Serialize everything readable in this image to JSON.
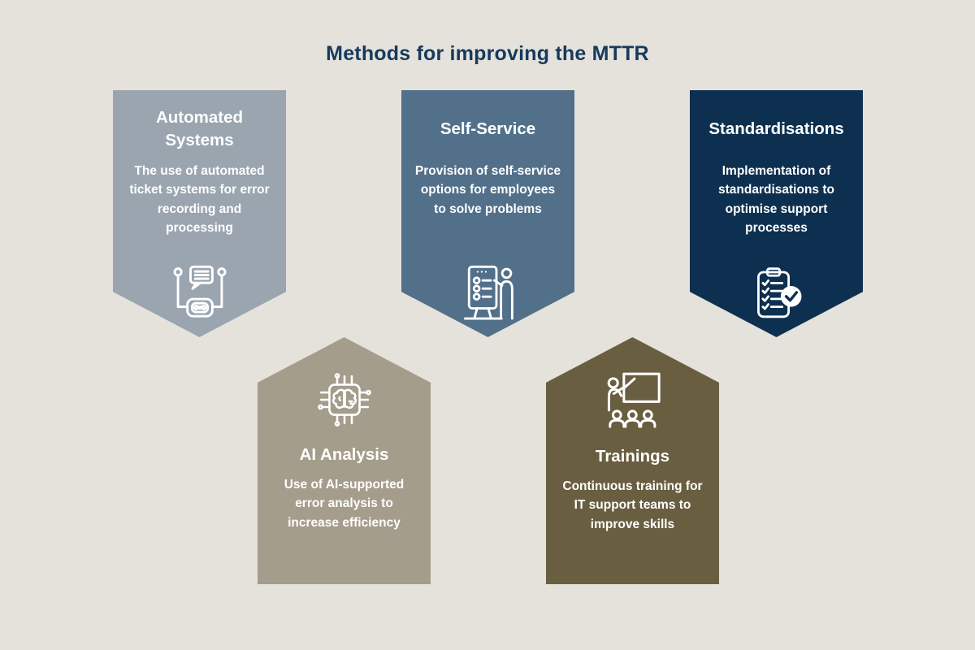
{
  "title": "Methods for improving the MTTR",
  "colors": {
    "background": "#e4e2da",
    "title_text": "#17395d",
    "card_text": "#ffffff",
    "check_mark_on_circle": "#0e3050"
  },
  "cards": [
    {
      "title": "Automated Systems",
      "description": "The use of automated ticket systems for error recording and processing",
      "color": "#9aa5b0",
      "icon": "chatbot-icon",
      "shape": "arrow-down"
    },
    {
      "title": "Self-Service",
      "description": "Provision of self-service options for employees to solve problems",
      "color": "#52708a",
      "icon": "kiosk-icon",
      "shape": "arrow-down"
    },
    {
      "title": "Standardisations",
      "description": "Implementation of standardisations to optimise support processes",
      "color": "#0e3050",
      "icon": "checklist-icon",
      "shape": "arrow-down"
    },
    {
      "title": "AI Analysis",
      "description": "Use of AI-supported error analysis to increase efficiency",
      "color": "#a59d8c",
      "icon": "ai-chip-icon",
      "shape": "arrow-up"
    },
    {
      "title": "Trainings",
      "description": "Continuous training for IT support teams to improve skills",
      "color": "#6a5e41",
      "icon": "training-presentation-icon",
      "shape": "arrow-up"
    }
  ]
}
